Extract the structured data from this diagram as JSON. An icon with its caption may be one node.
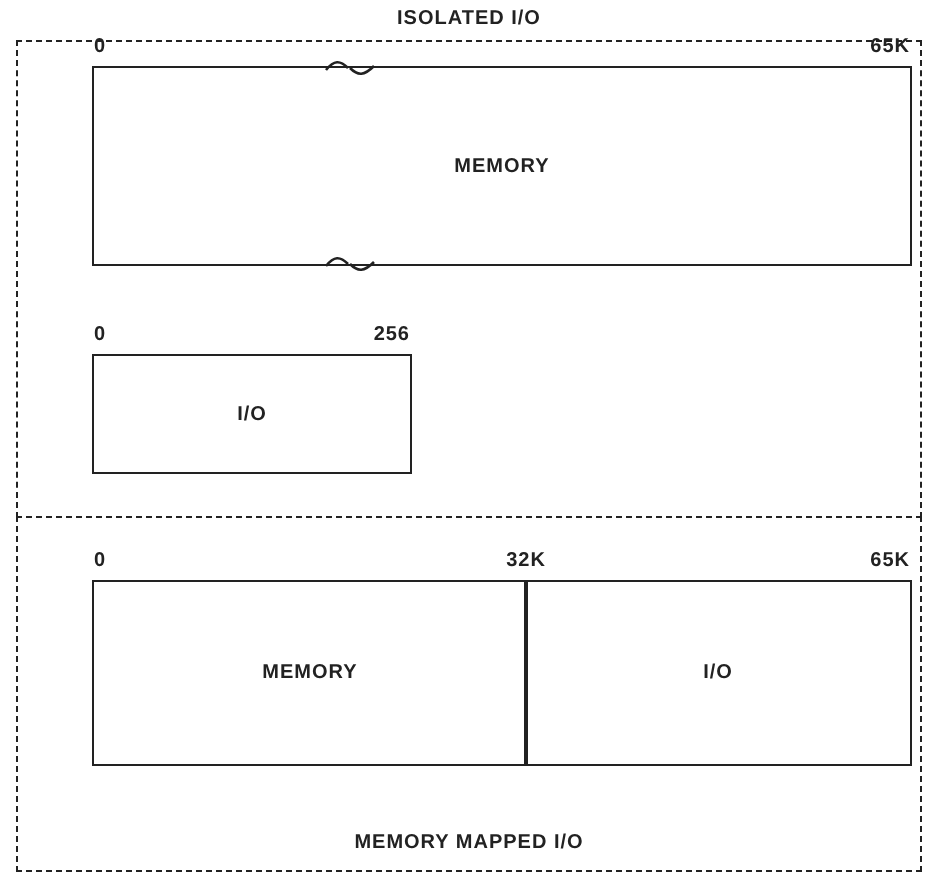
{
  "diagram": {
    "nodes": [
      {
        "text": [
          "ISOLATED I/O"
        ]
      },
      {
        "text": [
          "MEMORY"
        ],
        "in": 0,
        "beside": [
          "0",
          "65K"
        ]
      },
      {
        "text": [
          "I/O"
        ],
        "in": 0,
        "beside": [
          "0",
          "256"
        ]
      },
      {
        "text": [
          "MEMORY MAPPED I/O"
        ]
      },
      {
        "text": [
          "MEMORY"
        ],
        "in": 3,
        "beside": [
          "0",
          "32K"
        ]
      },
      {
        "text": [
          "I/O"
        ],
        "in": 3,
        "beside": [
          "65K"
        ]
      }
    ]
  }
}
